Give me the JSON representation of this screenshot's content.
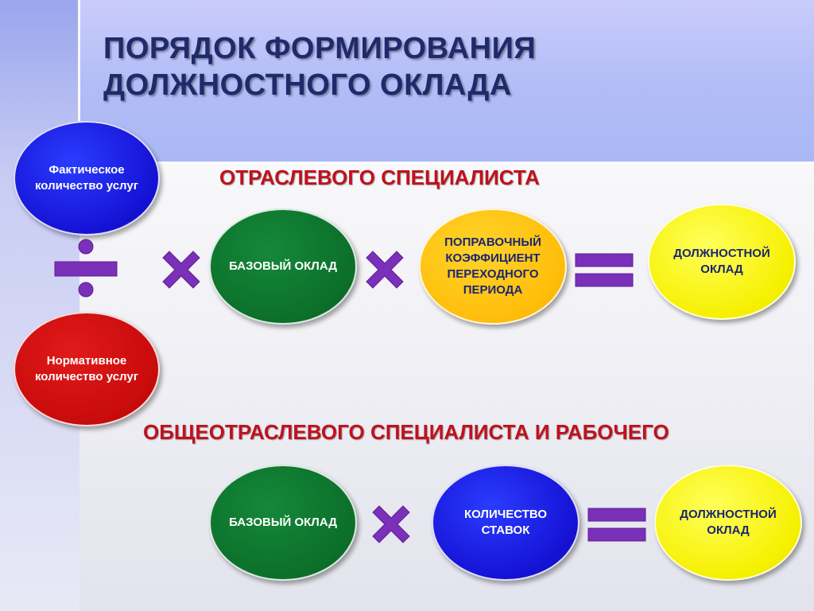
{
  "title": {
    "line1": "ПОРЯДОК ФОРМИРОВАНИЯ",
    "line2": "ДОЛЖНОСТНОГО ОКЛАДА"
  },
  "sections": {
    "industry_specialist": "ОТРАСЛЕВОГО СПЕЦИАЛИСТА",
    "general_specialist_worker": "ОБЩЕОТРАСЛЕВОГО СПЕЦИАЛИСТА И РАБОЧЕГО"
  },
  "nodes": {
    "actual_services": "Фактическое количество услуг",
    "normative_services": "Нормативное количество услуг",
    "base_salary_1": "БАЗОВЫЙ ОКЛАД",
    "correction_coefficient": "ПОПРАВОЧНЫЙ КОЭФФИЦИЕНТ ПЕРЕХОДНОГО ПЕРИОДА",
    "position_salary_1": "ДОЛЖНОСТНОЙ ОКЛАД",
    "base_salary_2": "БАЗОВЫЙ ОКЛАД",
    "rate_count": "КОЛИЧЕСТВО СТАВОК",
    "position_salary_2": "ДОЛЖНОСТНОЙ ОКЛАД"
  },
  "colors": {
    "title": "#1f2a6b",
    "section_heading": "#c0111c",
    "operator": "#7a30b8",
    "blue": "#1512d4",
    "red": "#c80b0b",
    "green": "#0c6f2a",
    "orange": "#ffbd0a",
    "yellow": "#f6f000"
  },
  "icons": {
    "divide": "divide-icon",
    "multiply": "multiply-icon",
    "equals": "equals-icon"
  }
}
